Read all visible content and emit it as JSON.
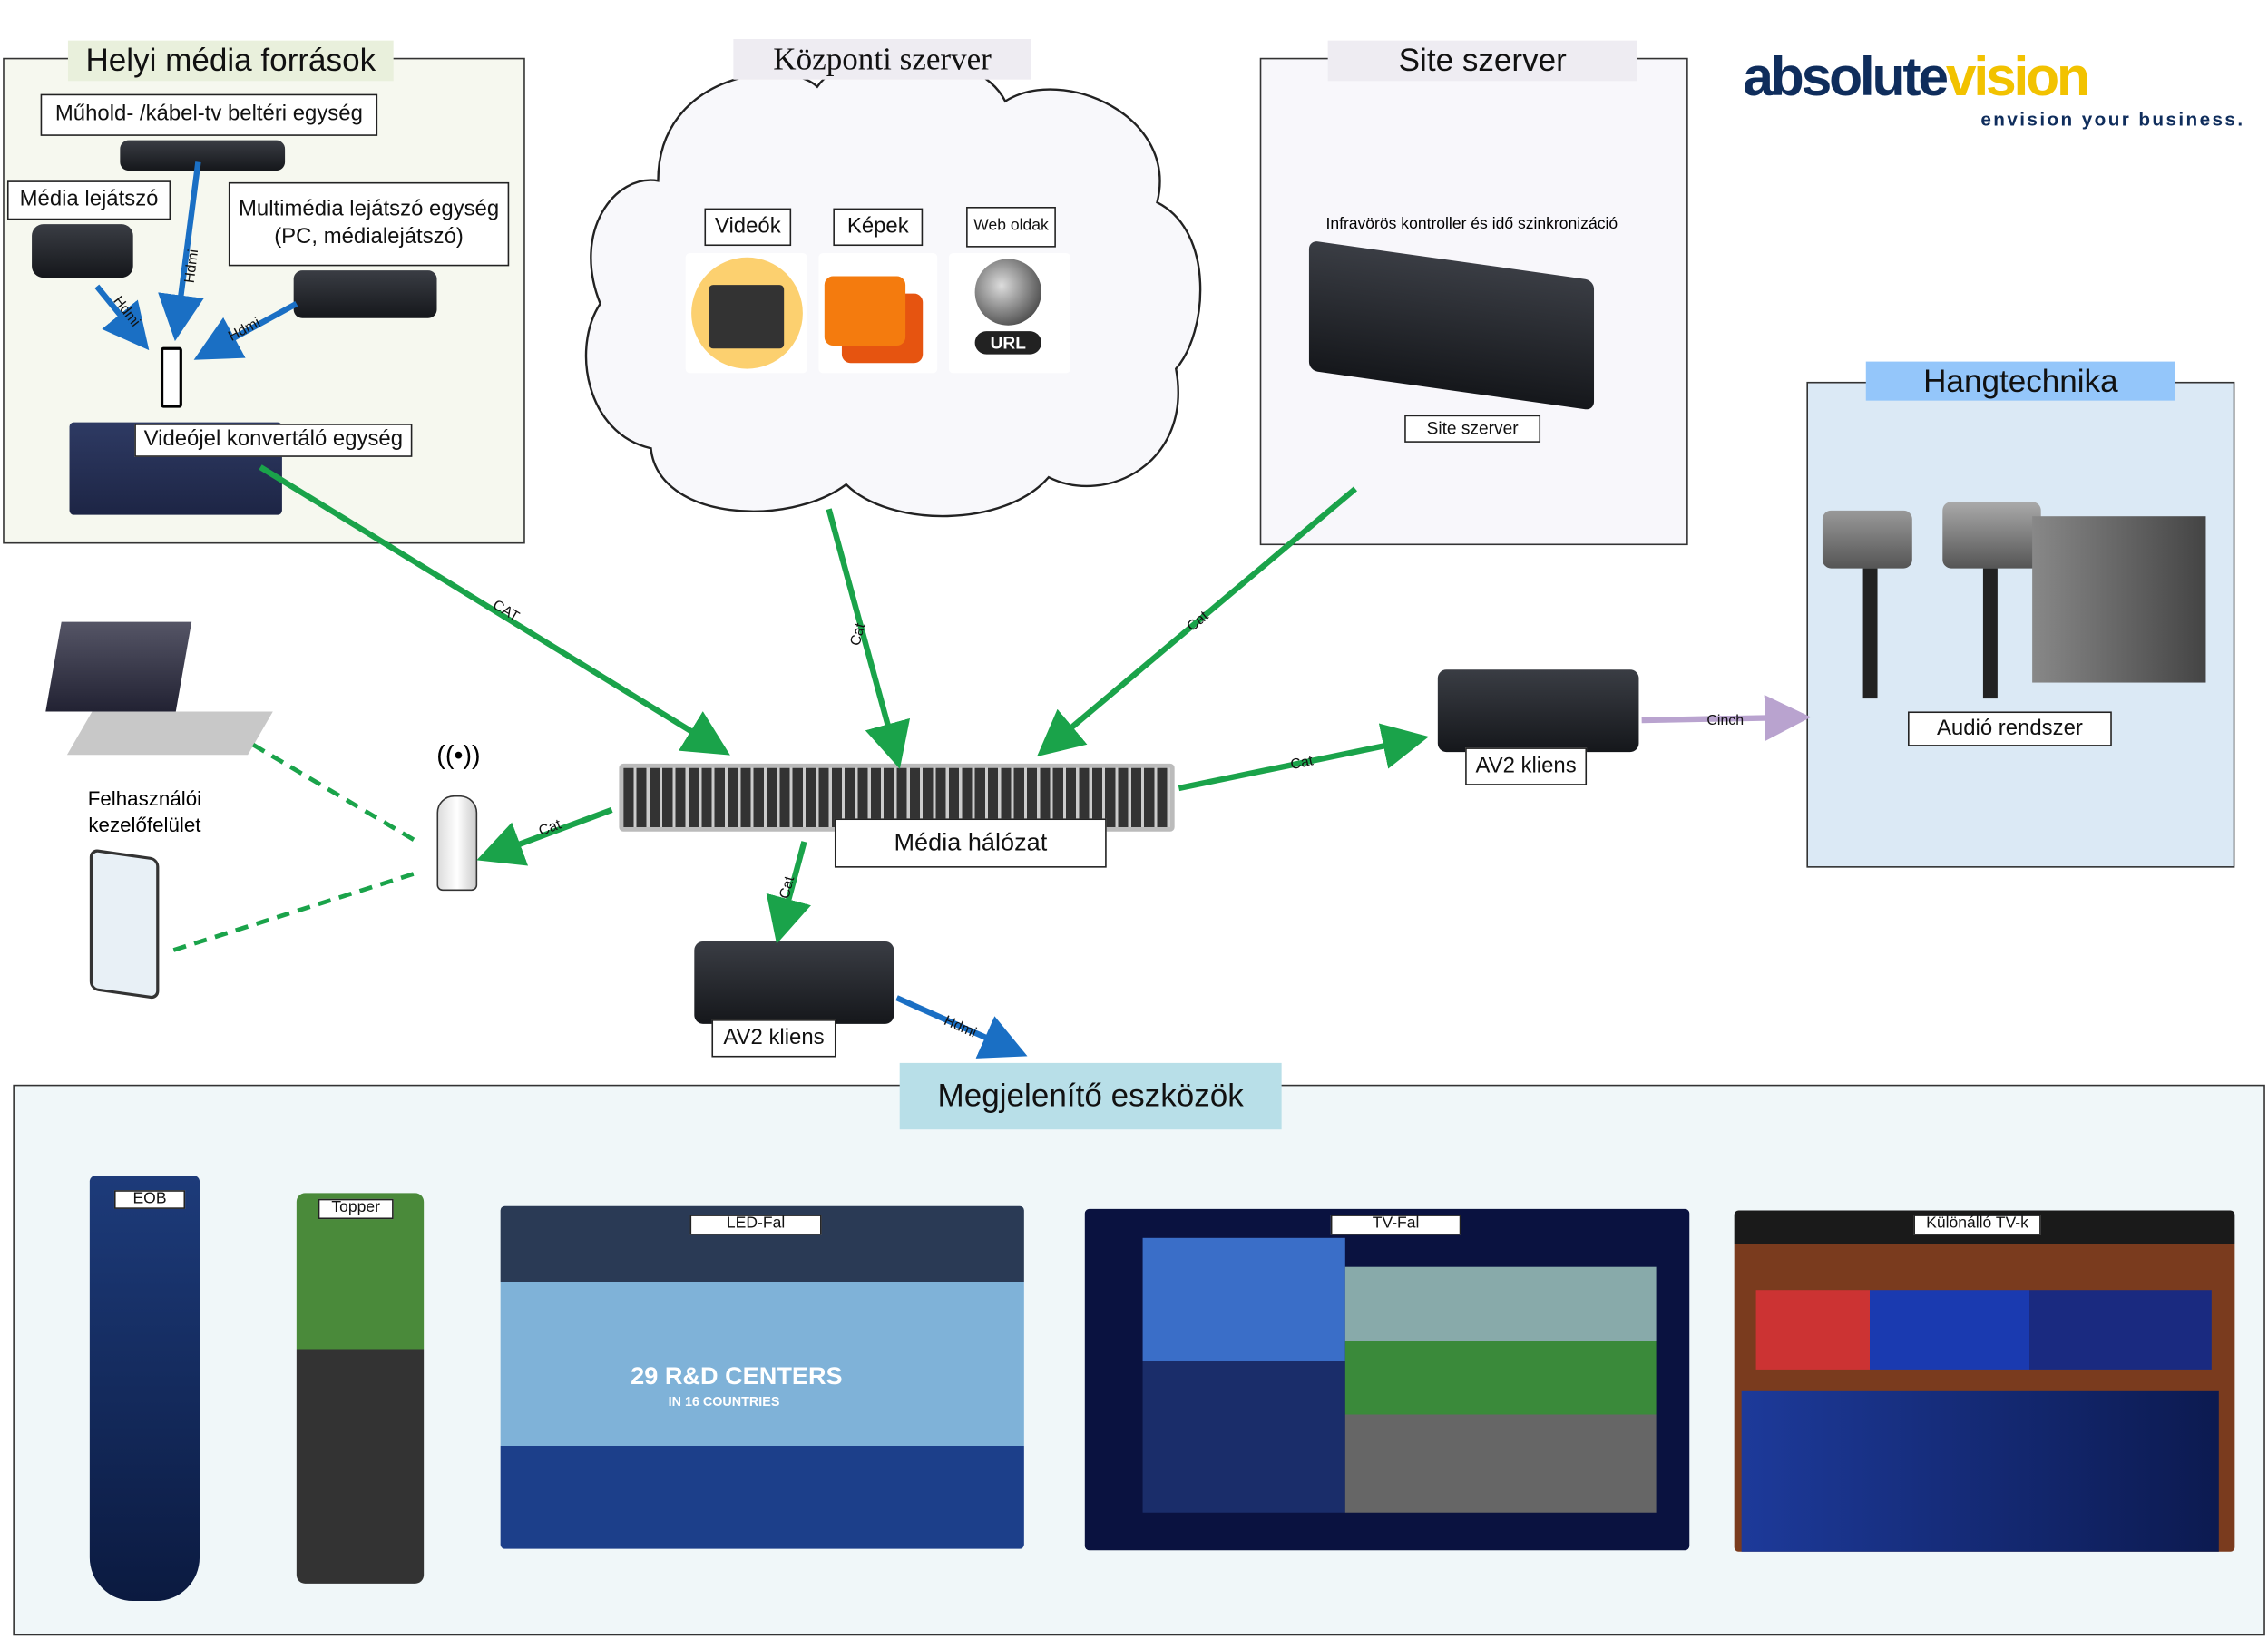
{
  "local_sources": {
    "title": "Helyi média források",
    "satellite_unit": "Műhold- /kábel-tv beltéri egység",
    "media_player": "Média lejátszó",
    "multimedia_player_line1": "Multimédia lejátszó egység",
    "multimedia_player_line2": "(PC, médialejátszó)",
    "video_converter": "Videójel konvertáló egység",
    "hdmi_label": "Hdmi"
  },
  "central_server": {
    "title": "Központi szerver",
    "items": [
      "Videók",
      "Képek",
      "Web oldak"
    ],
    "url_badge": "URL"
  },
  "site_server": {
    "title": "Site szerver",
    "description": "Infravörös kontroller és idő szinkronizáció",
    "device_label": "Site szerver"
  },
  "logo": {
    "brand_part1": "absolute",
    "brand_part2": "vision",
    "tagline": "envision your business."
  },
  "audio": {
    "title": "Hangtechnika",
    "device_label": "Audió rendszer",
    "link_label": "Cinch"
  },
  "network": {
    "switch_label": "Média hálózat",
    "cable_cat_upper": "CAT",
    "cable_cat": "Cat"
  },
  "clients": {
    "right": "AV2 kliens",
    "bottom": "AV2 kliens"
  },
  "user_interface": {
    "line1": "Felhasználói",
    "line2": "kezelőfelület"
  },
  "displays": {
    "title": "Megjelenítő eszközök",
    "items": [
      "EOB",
      "Topper",
      "LED-Fal",
      "TV-Fal",
      "Különálló TV-k"
    ],
    "led_text1": "29 R&D CENTERS",
    "led_text2": "IN 16 COUNTRIES"
  },
  "colors": {
    "cat_cable": "#1aa34a",
    "hdmi_cable": "#1a6fc4",
    "cinch_cable": "#b9a3cf",
    "logo_dark": "#0f2d5c",
    "logo_yellow": "#f2c200"
  }
}
